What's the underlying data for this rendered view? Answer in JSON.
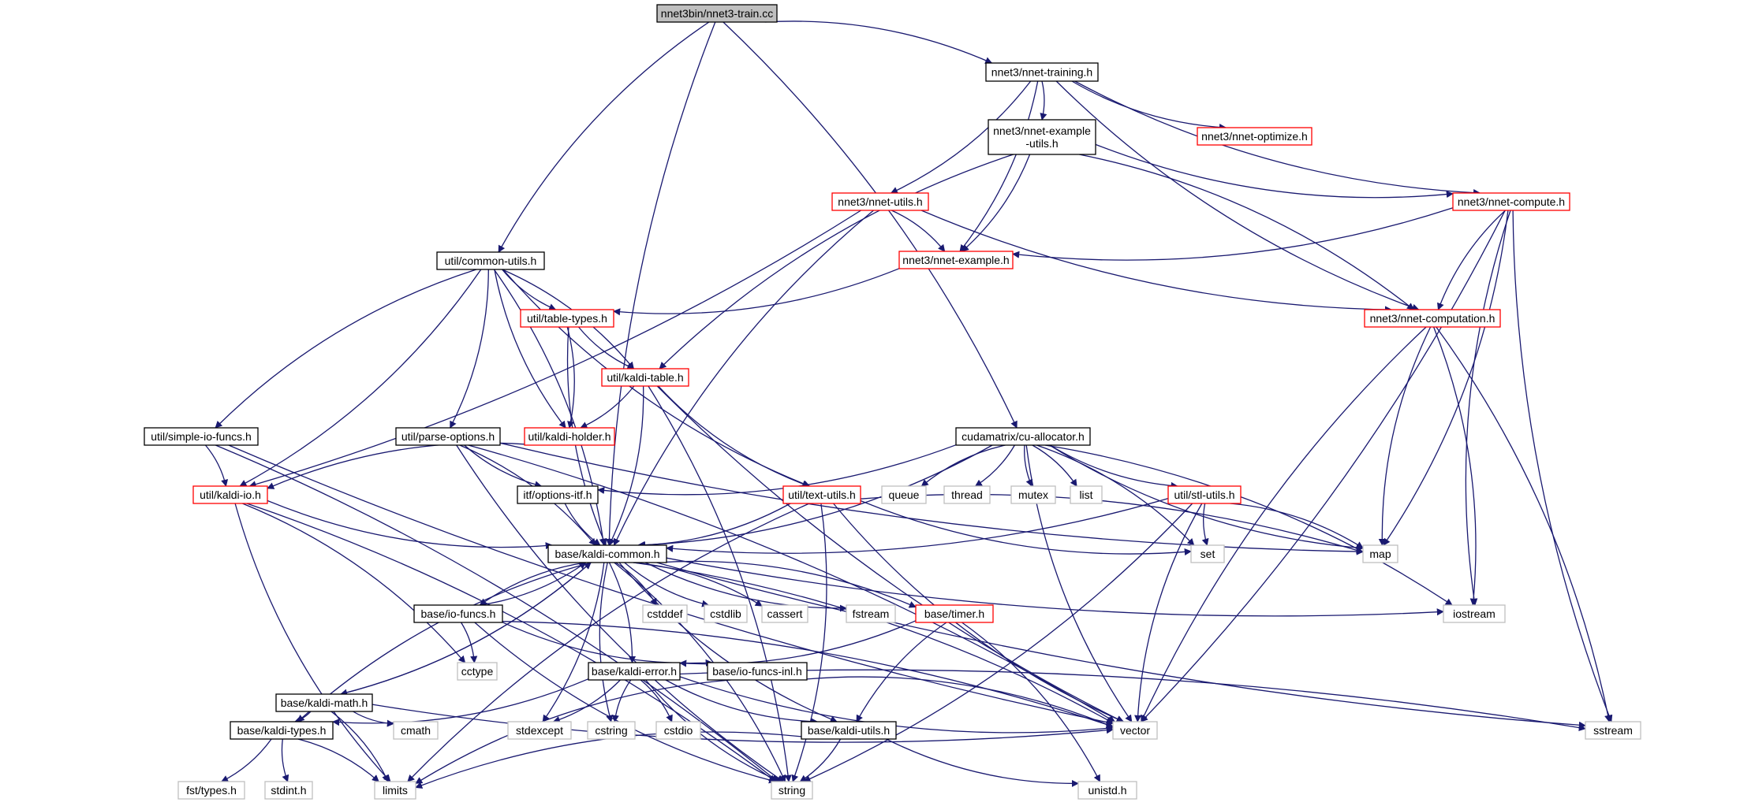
{
  "colors": {
    "edge": "#191970",
    "local_border": "#000000",
    "truncated_border": "#ff0000",
    "system_border": "#bfbfbf",
    "root_fill": "#bfbfbf",
    "text": "#000000",
    "background": "#ffffff"
  },
  "nodes": [
    {
      "id": "root",
      "label": "nnet3bin/nnet3-train.cc",
      "kind": "root"
    },
    {
      "id": "training",
      "label": "nnet3/nnet-training.h",
      "kind": "local"
    },
    {
      "id": "example_utils",
      "label": "nnet3/nnet-example\n-utils.h",
      "kind": "local"
    },
    {
      "id": "optimize",
      "label": "nnet3/nnet-optimize.h",
      "kind": "truncated"
    },
    {
      "id": "nnet_utils",
      "label": "nnet3/nnet-utils.h",
      "kind": "truncated"
    },
    {
      "id": "nnet_compute",
      "label": "nnet3/nnet-compute.h",
      "kind": "truncated"
    },
    {
      "id": "common_utils",
      "label": "util/common-utils.h",
      "kind": "local"
    },
    {
      "id": "nnet_example",
      "label": "nnet3/nnet-example.h",
      "kind": "truncated"
    },
    {
      "id": "table_types",
      "label": "util/table-types.h",
      "kind": "truncated"
    },
    {
      "id": "nnet_computation",
      "label": "nnet3/nnet-computation.h",
      "kind": "truncated"
    },
    {
      "id": "kaldi_table",
      "label": "util/kaldi-table.h",
      "kind": "truncated"
    },
    {
      "id": "simple_io",
      "label": "util/simple-io-funcs.h",
      "kind": "local"
    },
    {
      "id": "parse_options",
      "label": "util/parse-options.h",
      "kind": "local"
    },
    {
      "id": "kaldi_holder",
      "label": "util/kaldi-holder.h",
      "kind": "truncated"
    },
    {
      "id": "cu_allocator",
      "label": "cudamatrix/cu-allocator.h",
      "kind": "local"
    },
    {
      "id": "kaldi_io",
      "label": "util/kaldi-io.h",
      "kind": "truncated"
    },
    {
      "id": "options_itf",
      "label": "itf/options-itf.h",
      "kind": "local"
    },
    {
      "id": "text_utils",
      "label": "util/text-utils.h",
      "kind": "truncated"
    },
    {
      "id": "queue",
      "label": "queue",
      "kind": "system"
    },
    {
      "id": "thread",
      "label": "thread",
      "kind": "system"
    },
    {
      "id": "mutex",
      "label": "mutex",
      "kind": "system"
    },
    {
      "id": "list",
      "label": "list",
      "kind": "system"
    },
    {
      "id": "stl_utils",
      "label": "util/stl-utils.h",
      "kind": "truncated"
    },
    {
      "id": "kaldi_common",
      "label": "base/kaldi-common.h",
      "kind": "local"
    },
    {
      "id": "set",
      "label": "set",
      "kind": "system"
    },
    {
      "id": "map",
      "label": "map",
      "kind": "system"
    },
    {
      "id": "io_funcs",
      "label": "base/io-funcs.h",
      "kind": "local"
    },
    {
      "id": "cstddef",
      "label": "cstddef",
      "kind": "system"
    },
    {
      "id": "cstdlib",
      "label": "cstdlib",
      "kind": "system"
    },
    {
      "id": "cassert",
      "label": "cassert",
      "kind": "system"
    },
    {
      "id": "fstream",
      "label": "fstream",
      "kind": "system"
    },
    {
      "id": "timer",
      "label": "base/timer.h",
      "kind": "truncated"
    },
    {
      "id": "iostream",
      "label": "iostream",
      "kind": "system"
    },
    {
      "id": "cctype",
      "label": "cctype",
      "kind": "system"
    },
    {
      "id": "kaldi_math",
      "label": "base/kaldi-math.h",
      "kind": "local"
    },
    {
      "id": "kaldi_error",
      "label": "base/kaldi-error.h",
      "kind": "local"
    },
    {
      "id": "io_funcs_inl",
      "label": "base/io-funcs-inl.h",
      "kind": "local"
    },
    {
      "id": "cmath",
      "label": "cmath",
      "kind": "system"
    },
    {
      "id": "kaldi_types",
      "label": "base/kaldi-types.h",
      "kind": "local"
    },
    {
      "id": "stdexcept",
      "label": "stdexcept",
      "kind": "system"
    },
    {
      "id": "cstring",
      "label": "cstring",
      "kind": "system"
    },
    {
      "id": "cstdio",
      "label": "cstdio",
      "kind": "system"
    },
    {
      "id": "kaldi_utils",
      "label": "base/kaldi-utils.h",
      "kind": "local"
    },
    {
      "id": "vector",
      "label": "vector",
      "kind": "system"
    },
    {
      "id": "sstream",
      "label": "sstream",
      "kind": "system"
    },
    {
      "id": "fst_types",
      "label": "fst/types.h",
      "kind": "system"
    },
    {
      "id": "stdint",
      "label": "stdint.h",
      "kind": "system"
    },
    {
      "id": "limits",
      "label": "limits",
      "kind": "system"
    },
    {
      "id": "string",
      "label": "string",
      "kind": "system"
    },
    {
      "id": "unistd",
      "label": "unistd.h",
      "kind": "system"
    }
  ],
  "edges": [
    [
      "root",
      "training"
    ],
    [
      "root",
      "common_utils"
    ],
    [
      "root",
      "cu_allocator"
    ],
    [
      "root",
      "kaldi_common"
    ],
    [
      "training",
      "example_utils"
    ],
    [
      "training",
      "optimize"
    ],
    [
      "training",
      "nnet_utils"
    ],
    [
      "training",
      "nnet_compute"
    ],
    [
      "training",
      "nnet_example"
    ],
    [
      "training",
      "nnet_computation"
    ],
    [
      "example_utils",
      "nnet_example"
    ],
    [
      "example_utils",
      "nnet_compute"
    ],
    [
      "example_utils",
      "nnet_computation"
    ],
    [
      "example_utils",
      "kaldi_table"
    ],
    [
      "nnet_utils",
      "nnet_example"
    ],
    [
      "nnet_utils",
      "nnet_computation"
    ],
    [
      "nnet_utils",
      "kaldi_io"
    ],
    [
      "nnet_utils",
      "kaldi_common"
    ],
    [
      "nnet_compute",
      "nnet_example"
    ],
    [
      "nnet_compute",
      "nnet_computation"
    ],
    [
      "nnet_compute",
      "map"
    ],
    [
      "nnet_compute",
      "iostream"
    ],
    [
      "nnet_compute",
      "vector"
    ],
    [
      "nnet_compute",
      "sstream"
    ],
    [
      "nnet_example",
      "table_types"
    ],
    [
      "nnet_computation",
      "map"
    ],
    [
      "nnet_computation",
      "iostream"
    ],
    [
      "nnet_computation",
      "vector"
    ],
    [
      "nnet_computation",
      "sstream"
    ],
    [
      "common_utils",
      "table_types"
    ],
    [
      "common_utils",
      "kaldi_table"
    ],
    [
      "common_utils",
      "kaldi_holder"
    ],
    [
      "common_utils",
      "parse_options"
    ],
    [
      "common_utils",
      "simple_io"
    ],
    [
      "common_utils",
      "kaldi_io"
    ],
    [
      "common_utils",
      "text_utils"
    ],
    [
      "common_utils",
      "kaldi_common"
    ],
    [
      "table_types",
      "kaldi_table"
    ],
    [
      "table_types",
      "kaldi_holder"
    ],
    [
      "table_types",
      "kaldi_common"
    ],
    [
      "kaldi_table",
      "kaldi_holder"
    ],
    [
      "kaldi_table",
      "text_utils"
    ],
    [
      "kaldi_table",
      "kaldi_common"
    ],
    [
      "kaldi_table",
      "vector"
    ],
    [
      "kaldi_table",
      "string"
    ],
    [
      "kaldi_holder",
      "kaldi_io"
    ],
    [
      "simple_io",
      "kaldi_io"
    ],
    [
      "simple_io",
      "vector"
    ],
    [
      "simple_io",
      "string"
    ],
    [
      "parse_options",
      "options_itf"
    ],
    [
      "parse_options",
      "kaldi_common"
    ],
    [
      "parse_options",
      "map"
    ],
    [
      "parse_options",
      "vector"
    ],
    [
      "parse_options",
      "string"
    ],
    [
      "cu_allocator",
      "options_itf"
    ],
    [
      "cu_allocator",
      "queue"
    ],
    [
      "cu_allocator",
      "thread"
    ],
    [
      "cu_allocator",
      "mutex"
    ],
    [
      "cu_allocator",
      "list"
    ],
    [
      "cu_allocator",
      "stl_utils"
    ],
    [
      "cu_allocator",
      "set"
    ],
    [
      "cu_allocator",
      "map"
    ],
    [
      "cu_allocator",
      "iostream"
    ],
    [
      "cu_allocator",
      "vector"
    ],
    [
      "cu_allocator",
      "kaldi_common"
    ],
    [
      "kaldi_io",
      "kaldi_common"
    ],
    [
      "kaldi_io",
      "cctype"
    ],
    [
      "kaldi_io",
      "limits"
    ],
    [
      "kaldi_io",
      "string"
    ],
    [
      "options_itf",
      "kaldi_common"
    ],
    [
      "text_utils",
      "kaldi_common"
    ],
    [
      "text_utils",
      "set"
    ],
    [
      "text_utils",
      "map"
    ],
    [
      "text_utils",
      "vector"
    ],
    [
      "text_utils",
      "string"
    ],
    [
      "text_utils",
      "limits"
    ],
    [
      "stl_utils",
      "kaldi_common"
    ],
    [
      "stl_utils",
      "set"
    ],
    [
      "stl_utils",
      "map"
    ],
    [
      "stl_utils",
      "vector"
    ],
    [
      "stl_utils",
      "string"
    ],
    [
      "kaldi_common",
      "io_funcs"
    ],
    [
      "kaldi_common",
      "kaldi_math"
    ],
    [
      "kaldi_common",
      "kaldi_types"
    ],
    [
      "kaldi_common",
      "kaldi_error"
    ],
    [
      "kaldi_common",
      "kaldi_utils"
    ],
    [
      "kaldi_common",
      "cstddef"
    ],
    [
      "kaldi_common",
      "cstdlib"
    ],
    [
      "kaldi_common",
      "cassert"
    ],
    [
      "kaldi_common",
      "fstream"
    ],
    [
      "kaldi_common",
      "timer"
    ],
    [
      "kaldi_common",
      "iostream"
    ],
    [
      "kaldi_common",
      "stdexcept"
    ],
    [
      "kaldi_common",
      "cstring"
    ],
    [
      "kaldi_common",
      "vector"
    ],
    [
      "kaldi_common",
      "sstream"
    ],
    [
      "kaldi_common",
      "string"
    ],
    [
      "io_funcs",
      "kaldi_common"
    ],
    [
      "io_funcs",
      "cctype"
    ],
    [
      "io_funcs",
      "io_funcs_inl"
    ],
    [
      "io_funcs",
      "vector"
    ],
    [
      "io_funcs",
      "string"
    ],
    [
      "timer",
      "kaldi_error"
    ],
    [
      "timer",
      "kaldi_utils"
    ],
    [
      "timer",
      "unistd"
    ],
    [
      "kaldi_math",
      "kaldi_common"
    ],
    [
      "kaldi_math",
      "kaldi_types"
    ],
    [
      "kaldi_math",
      "cmath"
    ],
    [
      "kaldi_math",
      "limits"
    ],
    [
      "kaldi_math",
      "vector"
    ],
    [
      "kaldi_error",
      "kaldi_types"
    ],
    [
      "kaldi_error",
      "kaldi_utils"
    ],
    [
      "kaldi_error",
      "stdexcept"
    ],
    [
      "kaldi_error",
      "cstring"
    ],
    [
      "kaldi_error",
      "cstdio"
    ],
    [
      "kaldi_error",
      "vector"
    ],
    [
      "kaldi_error",
      "sstream"
    ],
    [
      "kaldi_error",
      "string"
    ],
    [
      "io_funcs_inl",
      "vector"
    ],
    [
      "io_funcs_inl",
      "limits"
    ],
    [
      "kaldi_types",
      "fst_types"
    ],
    [
      "kaldi_types",
      "stdint"
    ],
    [
      "kaldi_types",
      "limits"
    ],
    [
      "kaldi_utils",
      "limits"
    ],
    [
      "kaldi_utils",
      "string"
    ],
    [
      "kaldi_utils",
      "unistd"
    ]
  ]
}
